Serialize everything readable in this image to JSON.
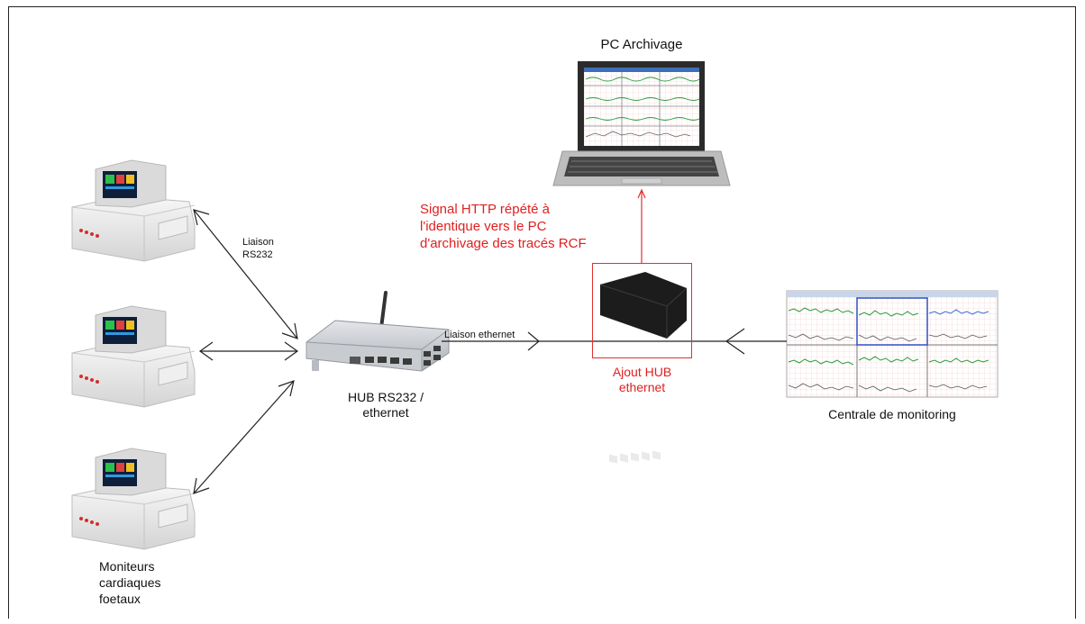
{
  "labels": {
    "pc_archivage": "PC Archivage",
    "liaison_rs232_1": "Liaison",
    "liaison_rs232_2": "RS232",
    "liaison_ethernet": "Liaison ethernet",
    "hub_rs232_1": "HUB RS232 /",
    "hub_rs232_2": "ethernet",
    "signal_http_1": "Signal HTTP répété à",
    "signal_http_2": "l'identique vers le PC",
    "signal_http_3": "d'archivage des tracés RCF",
    "ajout_hub_1": "Ajout HUB",
    "ajout_hub_2": "ethernet",
    "centrale": "Centrale de monitoring",
    "moniteurs_1": "Moniteurs",
    "moniteurs_2": "cardiaques",
    "moniteurs_3": "foetaux"
  },
  "colors": {
    "annotation_red": "#e02020",
    "line": "#222222",
    "device_body": "#e8e8e8",
    "screen_green": "#2bc04a",
    "screen_red": "#e04040"
  },
  "icons": [
    "fetal-monitor-icon",
    "laptop-icon",
    "rs232-hub-icon",
    "ethernet-switch-icon",
    "monitoring-screen-icon"
  ]
}
